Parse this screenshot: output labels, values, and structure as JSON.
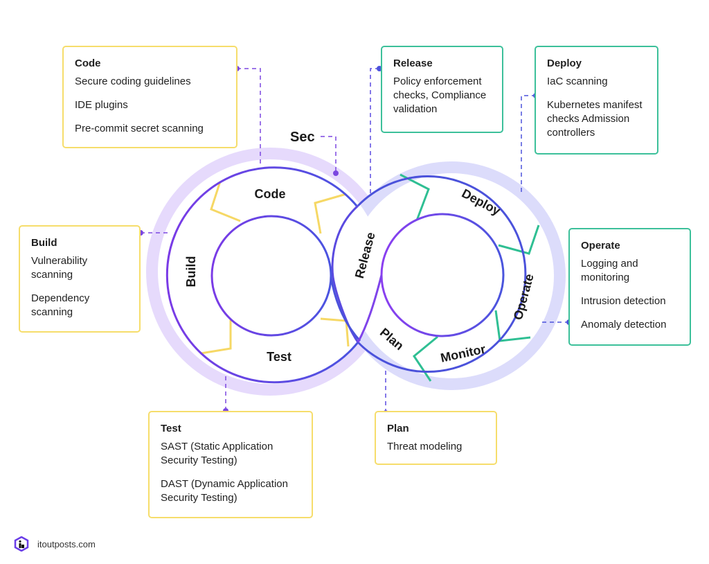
{
  "sec_label": "Sec",
  "phases": {
    "code": "Code",
    "build": "Build",
    "test": "Test",
    "release": "Release",
    "deploy": "Deploy",
    "operate": "Operate",
    "monitor": "Monitor",
    "plan": "Plan"
  },
  "colors": {
    "dev_accent": "#f6dd6b",
    "ops_accent": "#3cc09a",
    "loop_stroke": "#6a3de8",
    "halo": "#e3d7fb",
    "connector": "#7b47e0"
  },
  "boxes": {
    "code": {
      "title": "Code",
      "items": [
        "Secure coding guidelines",
        "IDE plugins",
        "Pre-commit secret scanning"
      ]
    },
    "build": {
      "title": "Build",
      "items": [
        "Vulnerability scanning",
        "Dependency scanning"
      ]
    },
    "test": {
      "title": "Test",
      "items": [
        "SAST (Static Application Security Testing)",
        "DAST (Dynamic Application Security Testing)"
      ]
    },
    "release": {
      "title": "Release",
      "items": [
        "Policy enforcement checks, Compliance validation"
      ]
    },
    "deploy": {
      "title": "Deploy",
      "items": [
        "IaC scanning",
        "Kubernetes manifest checks Admission controllers"
      ]
    },
    "operate": {
      "title": "Operate",
      "items": [
        "Logging and monitoring",
        "Intrusion detection",
        "Anomaly detection"
      ]
    },
    "plan": {
      "title": "Plan",
      "items": [
        "Threat modeling"
      ]
    }
  },
  "footer": {
    "brand": "itoutposts.com",
    "logo_icon": "itoutposts-logo-icon"
  }
}
